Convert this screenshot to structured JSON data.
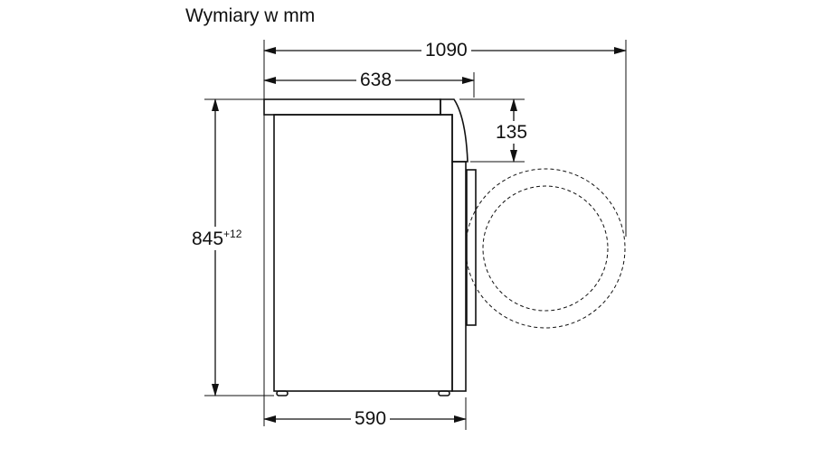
{
  "title": "Wymiary w mm",
  "dimensions": {
    "total_depth": "1090",
    "depth_with_worktop": "638",
    "door_offset": "135",
    "height": "845",
    "height_tolerance": "+12",
    "body_depth": "590"
  },
  "colors": {
    "line": "#111111",
    "background": "#ffffff"
  }
}
